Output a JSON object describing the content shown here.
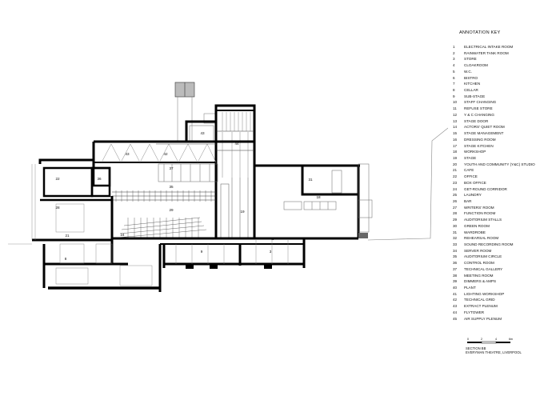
{
  "key": {
    "title": "ANNOTATION KEY",
    "items": [
      {
        "num": "1",
        "label": "ELECTRICAL INTAKE ROOM"
      },
      {
        "num": "2",
        "label": "RAINWATER TANK ROOM"
      },
      {
        "num": "3",
        "label": "STORE"
      },
      {
        "num": "4",
        "label": "CLOAKROOM"
      },
      {
        "num": "5",
        "label": "W.C."
      },
      {
        "num": "6",
        "label": "BISTRO"
      },
      {
        "num": "7",
        "label": "KITCHEN"
      },
      {
        "num": "8",
        "label": "CELLAR"
      },
      {
        "num": "9",
        "label": "SUB-STAGE"
      },
      {
        "num": "10",
        "label": "STAFF CHANGING"
      },
      {
        "num": "11",
        "label": "REFUSE STORE"
      },
      {
        "num": "12",
        "label": "Y & C CHANGING"
      },
      {
        "num": "13",
        "label": "STAGE DOOR"
      },
      {
        "num": "14",
        "label": "ACTORS' QUIET ROOM"
      },
      {
        "num": "15",
        "label": "STAGE MANAGEMENT"
      },
      {
        "num": "16",
        "label": "DRESSING ROOM"
      },
      {
        "num": "17",
        "label": "STAGE KITCHEN"
      },
      {
        "num": "18",
        "label": "WORKSHOP"
      },
      {
        "num": "19",
        "label": "STAGE"
      },
      {
        "num": "20",
        "label": "YOUTH AND COMMUNITY (Y&C) STUDIO"
      },
      {
        "num": "21",
        "label": "CAFE"
      },
      {
        "num": "22",
        "label": "OFFICE"
      },
      {
        "num": "23",
        "label": "BOX OFFICE"
      },
      {
        "num": "24",
        "label": "GET-ROUND CORRIDOR"
      },
      {
        "num": "25",
        "label": "LAUNDRY"
      },
      {
        "num": "26",
        "label": "BAR"
      },
      {
        "num": "27",
        "label": "WRITERS' ROOM"
      },
      {
        "num": "28",
        "label": "FUNCTION ROOM"
      },
      {
        "num": "29",
        "label": "AUDITORIUM STALLS"
      },
      {
        "num": "30",
        "label": "GREEN ROOM"
      },
      {
        "num": "31",
        "label": "WARDROBE"
      },
      {
        "num": "32",
        "label": "REHEARSAL ROOM"
      },
      {
        "num": "33",
        "label": "SOUND RECORDING ROOM"
      },
      {
        "num": "34",
        "label": "SERVER ROOM"
      },
      {
        "num": "35",
        "label": "AUDITORIUM CIRCLE"
      },
      {
        "num": "36",
        "label": "CONTROL ROOM"
      },
      {
        "num": "37",
        "label": "TECHNICAL GALLERY"
      },
      {
        "num": "38",
        "label": "MEETING ROOM"
      },
      {
        "num": "39",
        "label": "DIMMERS & AMPS"
      },
      {
        "num": "40",
        "label": "PLANT"
      },
      {
        "num": "41",
        "label": "LIGHTING WORKSHOP"
      },
      {
        "num": "42",
        "label": "TECHNICAL GRID"
      },
      {
        "num": "43",
        "label": "EXTRACT PLENUM"
      },
      {
        "num": "44",
        "label": "FLYTOWER"
      },
      {
        "num": "45",
        "label": "AIR SUPPLY PLENUM"
      }
    ]
  },
  "scale_bar": {
    "ticks": [
      "0",
      "2",
      "4",
      "6m"
    ]
  },
  "caption": {
    "line1": "SECTION BB",
    "line2": "EVERYMAN THEATRE, LIVERPOOL"
  },
  "room_tags": {
    "r43a": "43",
    "r44": "44",
    "r43b": "43",
    "r42": "42",
    "r37": "37",
    "r22": "22",
    "r36": "36",
    "r35": "35",
    "r31": "31",
    "r18": "18",
    "r28": "28",
    "r29": "29",
    "r19": "19",
    "r21": "21",
    "r24": "24",
    "r45": "45",
    "r8": "8",
    "r9": "9",
    "r3": "3"
  }
}
